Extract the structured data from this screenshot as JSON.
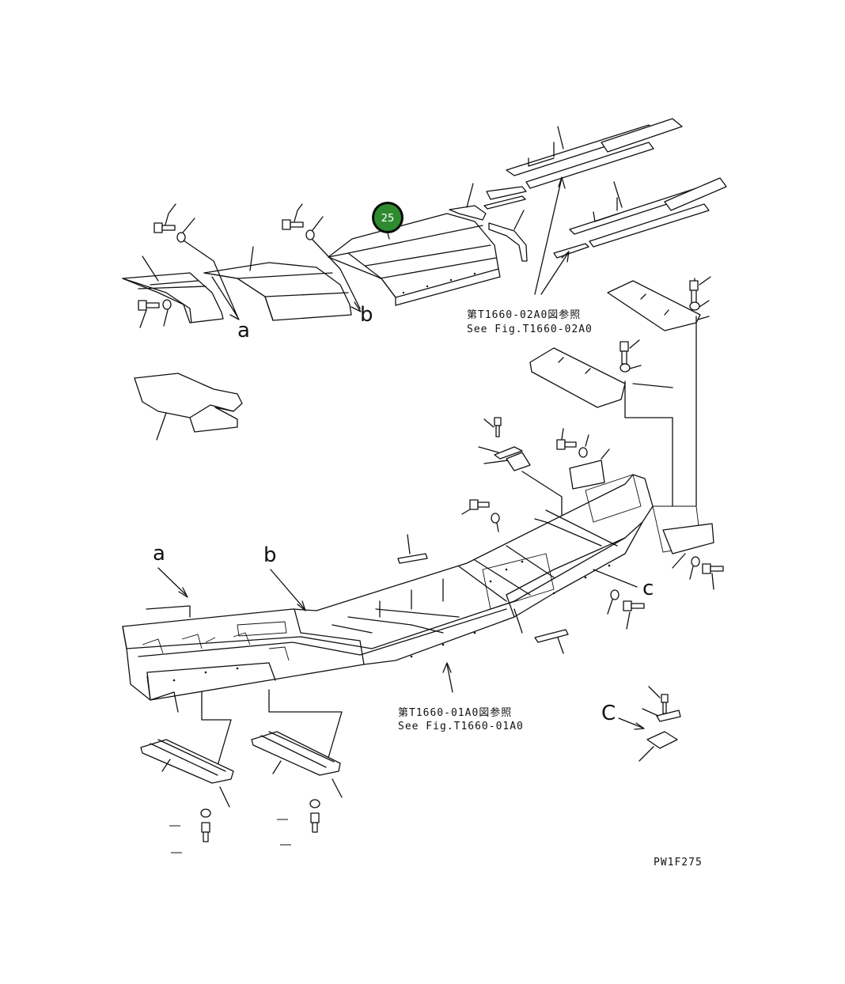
{
  "callout": {
    "number": "25",
    "color": "#2e8b2e",
    "ring": "#0a0a0a"
  },
  "letters": {
    "a": "a",
    "b": "b",
    "c": "c",
    "C": "C"
  },
  "ref_top": {
    "jp": "第T1660-02A0図参照",
    "en": "See Fig.T1660-02A0"
  },
  "ref_mid": {
    "jp": "第T1660-01A0図参照",
    "en": "See Fig.T1660-01A0"
  },
  "drawing_code": "PW1F275"
}
